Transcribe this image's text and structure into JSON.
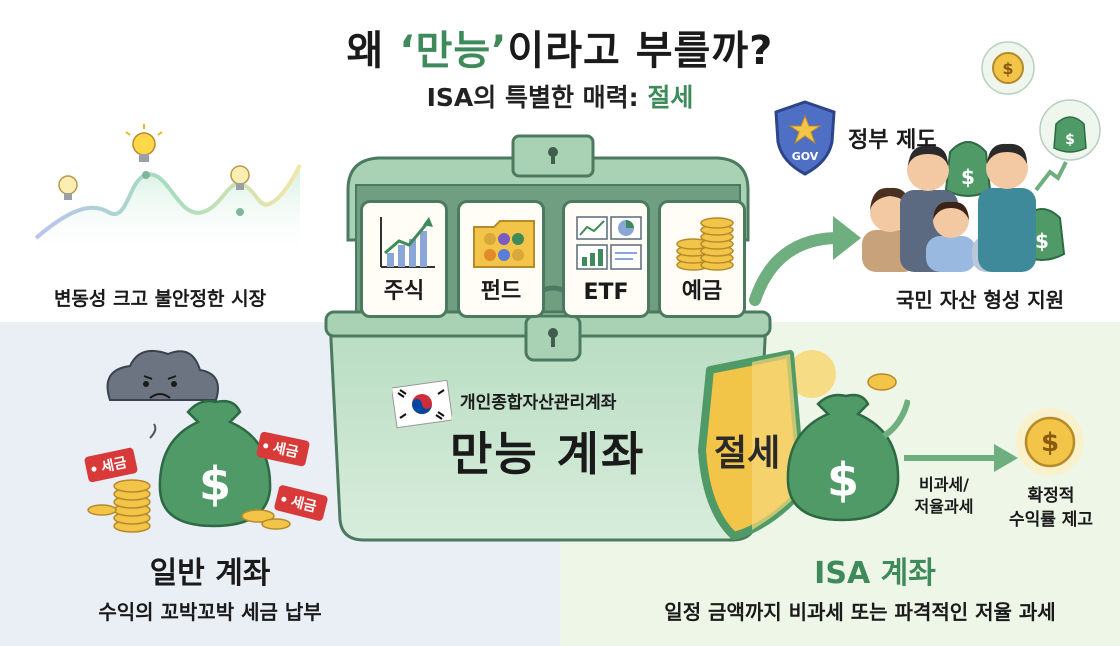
{
  "header": {
    "title_pre": "왜 ",
    "title_highlight": "‘만능’",
    "title_post": "이라고 부를까?",
    "subtitle_pre": "ISA의 특별한 매력: ",
    "subtitle_highlight": "절세"
  },
  "market": {
    "caption": "변동성 크고 불안정한 시장"
  },
  "chest": {
    "cards": [
      {
        "label": "주식"
      },
      {
        "label": "펀드"
      },
      {
        "label": "ETF"
      },
      {
        "label": "예금"
      }
    ],
    "subtitle": "개인종합자산관리계좌",
    "title": "만능 계좌"
  },
  "government": {
    "badge": "GOV",
    "label": "정부 제도",
    "caption": "국민 자산 형성 지원"
  },
  "general_account": {
    "tags": [
      "세금",
      "세금",
      "세금"
    ],
    "title": "일반 계좌",
    "desc": "수익의 꼬박꼬박 세금 납부"
  },
  "isa_account": {
    "shield_label": "절세",
    "benefit_line1": "비과세/",
    "benefit_line2": "저율과세",
    "result_line1": "확정적",
    "result_line2": "수익률 제고",
    "title": "ISA 계좌",
    "desc": "일정 금액까지 비과세 또는 파격적인 저율 과세"
  },
  "colors": {
    "accent_green": "#3e8a5a",
    "chest_green": "#a9d2b4",
    "tax_red": "#d83a3a",
    "coin_gold": "#f2c447",
    "left_bg": "#eaeff6",
    "right_bg": "#eef6e8"
  }
}
